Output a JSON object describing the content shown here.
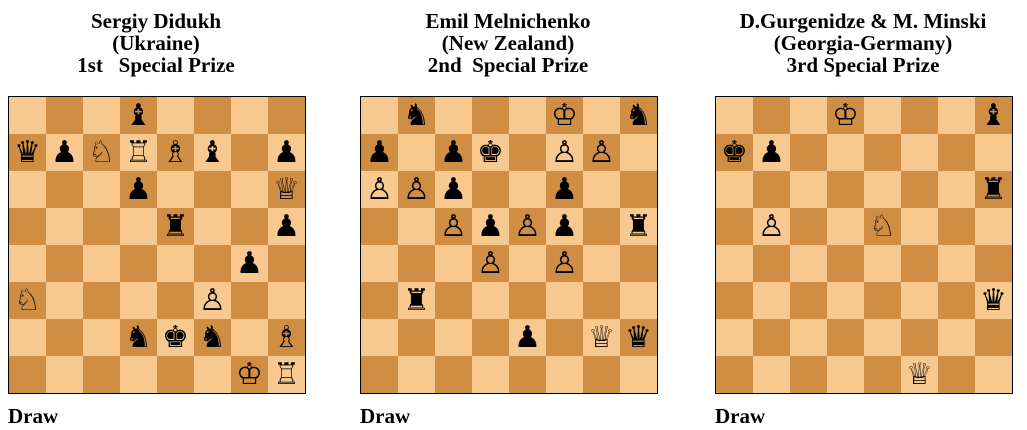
{
  "colors": {
    "light_square": "#f7c98f",
    "dark_square": "#d08e44"
  },
  "panels": [
    {
      "heading": [
        "Sergiy Didukh",
        "(Ukraine)",
        "1st   Special Prize"
      ],
      "result": "Draw",
      "board": [
        "...b....",
        "qpNRBb.p.",
        "...p...Q",
        "....r..p",
        "......p.",
        "N....P..",
        "...nkn.B.",
        "......KR"
      ]
    },
    {
      "heading": [
        "Emil Melnichenko",
        "(New Zealand)",
        "2nd  Special Prize"
      ],
      "result": "Draw",
      "board": [
        ".n...K.n",
        "p.pk.PP.",
        "PPp..p..",
        "..PpPp.r",
        "...P.P..",
        ".r......",
        "....p.Qq",
        "........"
      ]
    },
    {
      "heading": [
        "D.Gurgenidze & M. Minski",
        "(Georgia-Germany)",
        "3rd Special Prize"
      ],
      "result": "Draw",
      "board": [
        "...K...b",
        "kp......",
        ".......r",
        ".P..N...",
        "........",
        ".......q",
        "........",
        ".....Q.."
      ]
    }
  ]
}
